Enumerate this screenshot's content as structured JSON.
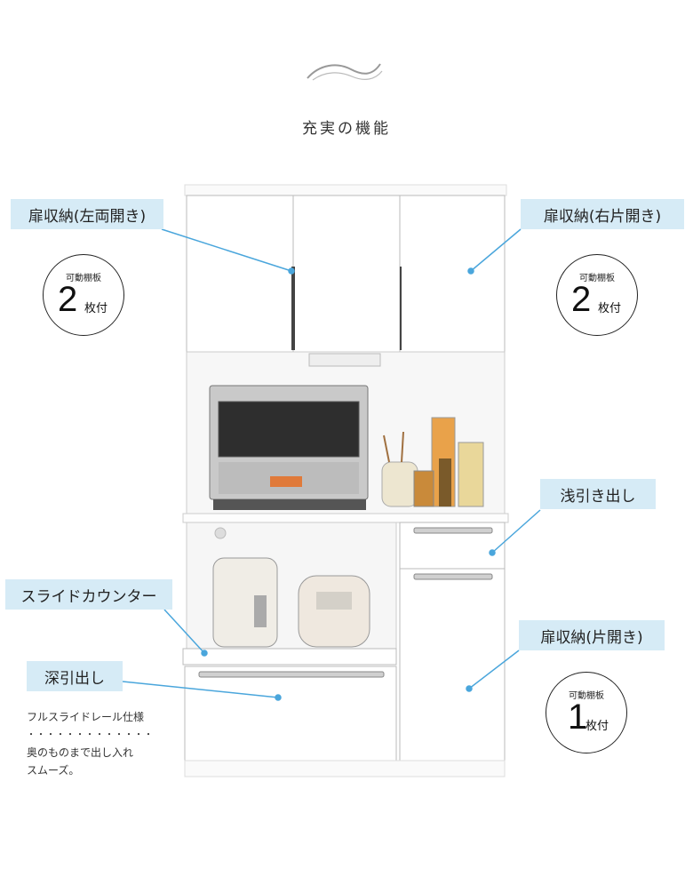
{
  "header": {
    "title": "充実の機能",
    "ornament_icon": "swirl-ornament-icon"
  },
  "callouts": {
    "left_door": "扉収納(左両開き)",
    "right_door": "扉収納(右片開き)",
    "shallow_drawer": "浅引き出し",
    "slide_counter": "スライドカウンター",
    "deep_drawer": "深引出し",
    "single_door": "扉収納(片開き)"
  },
  "badges": {
    "left": {
      "caption": "可動棚板",
      "number": "2",
      "unit": "枚付"
    },
    "right": {
      "caption": "可動棚板",
      "number": "2",
      "unit": "枚付"
    },
    "bottom": {
      "caption": "可動棚板",
      "number": "1",
      "unit": "枚付"
    }
  },
  "notes": {
    "line1": "フルスライドレール仕様",
    "dots": "・・・・・・・・・・・・・",
    "line2": "奥のものまで出し入れ",
    "line3": "スムーズ。"
  },
  "colors": {
    "callout_bg": "#d6ebf6",
    "leader_line": "#4aa6dc",
    "cabinet": "#ffffff"
  }
}
